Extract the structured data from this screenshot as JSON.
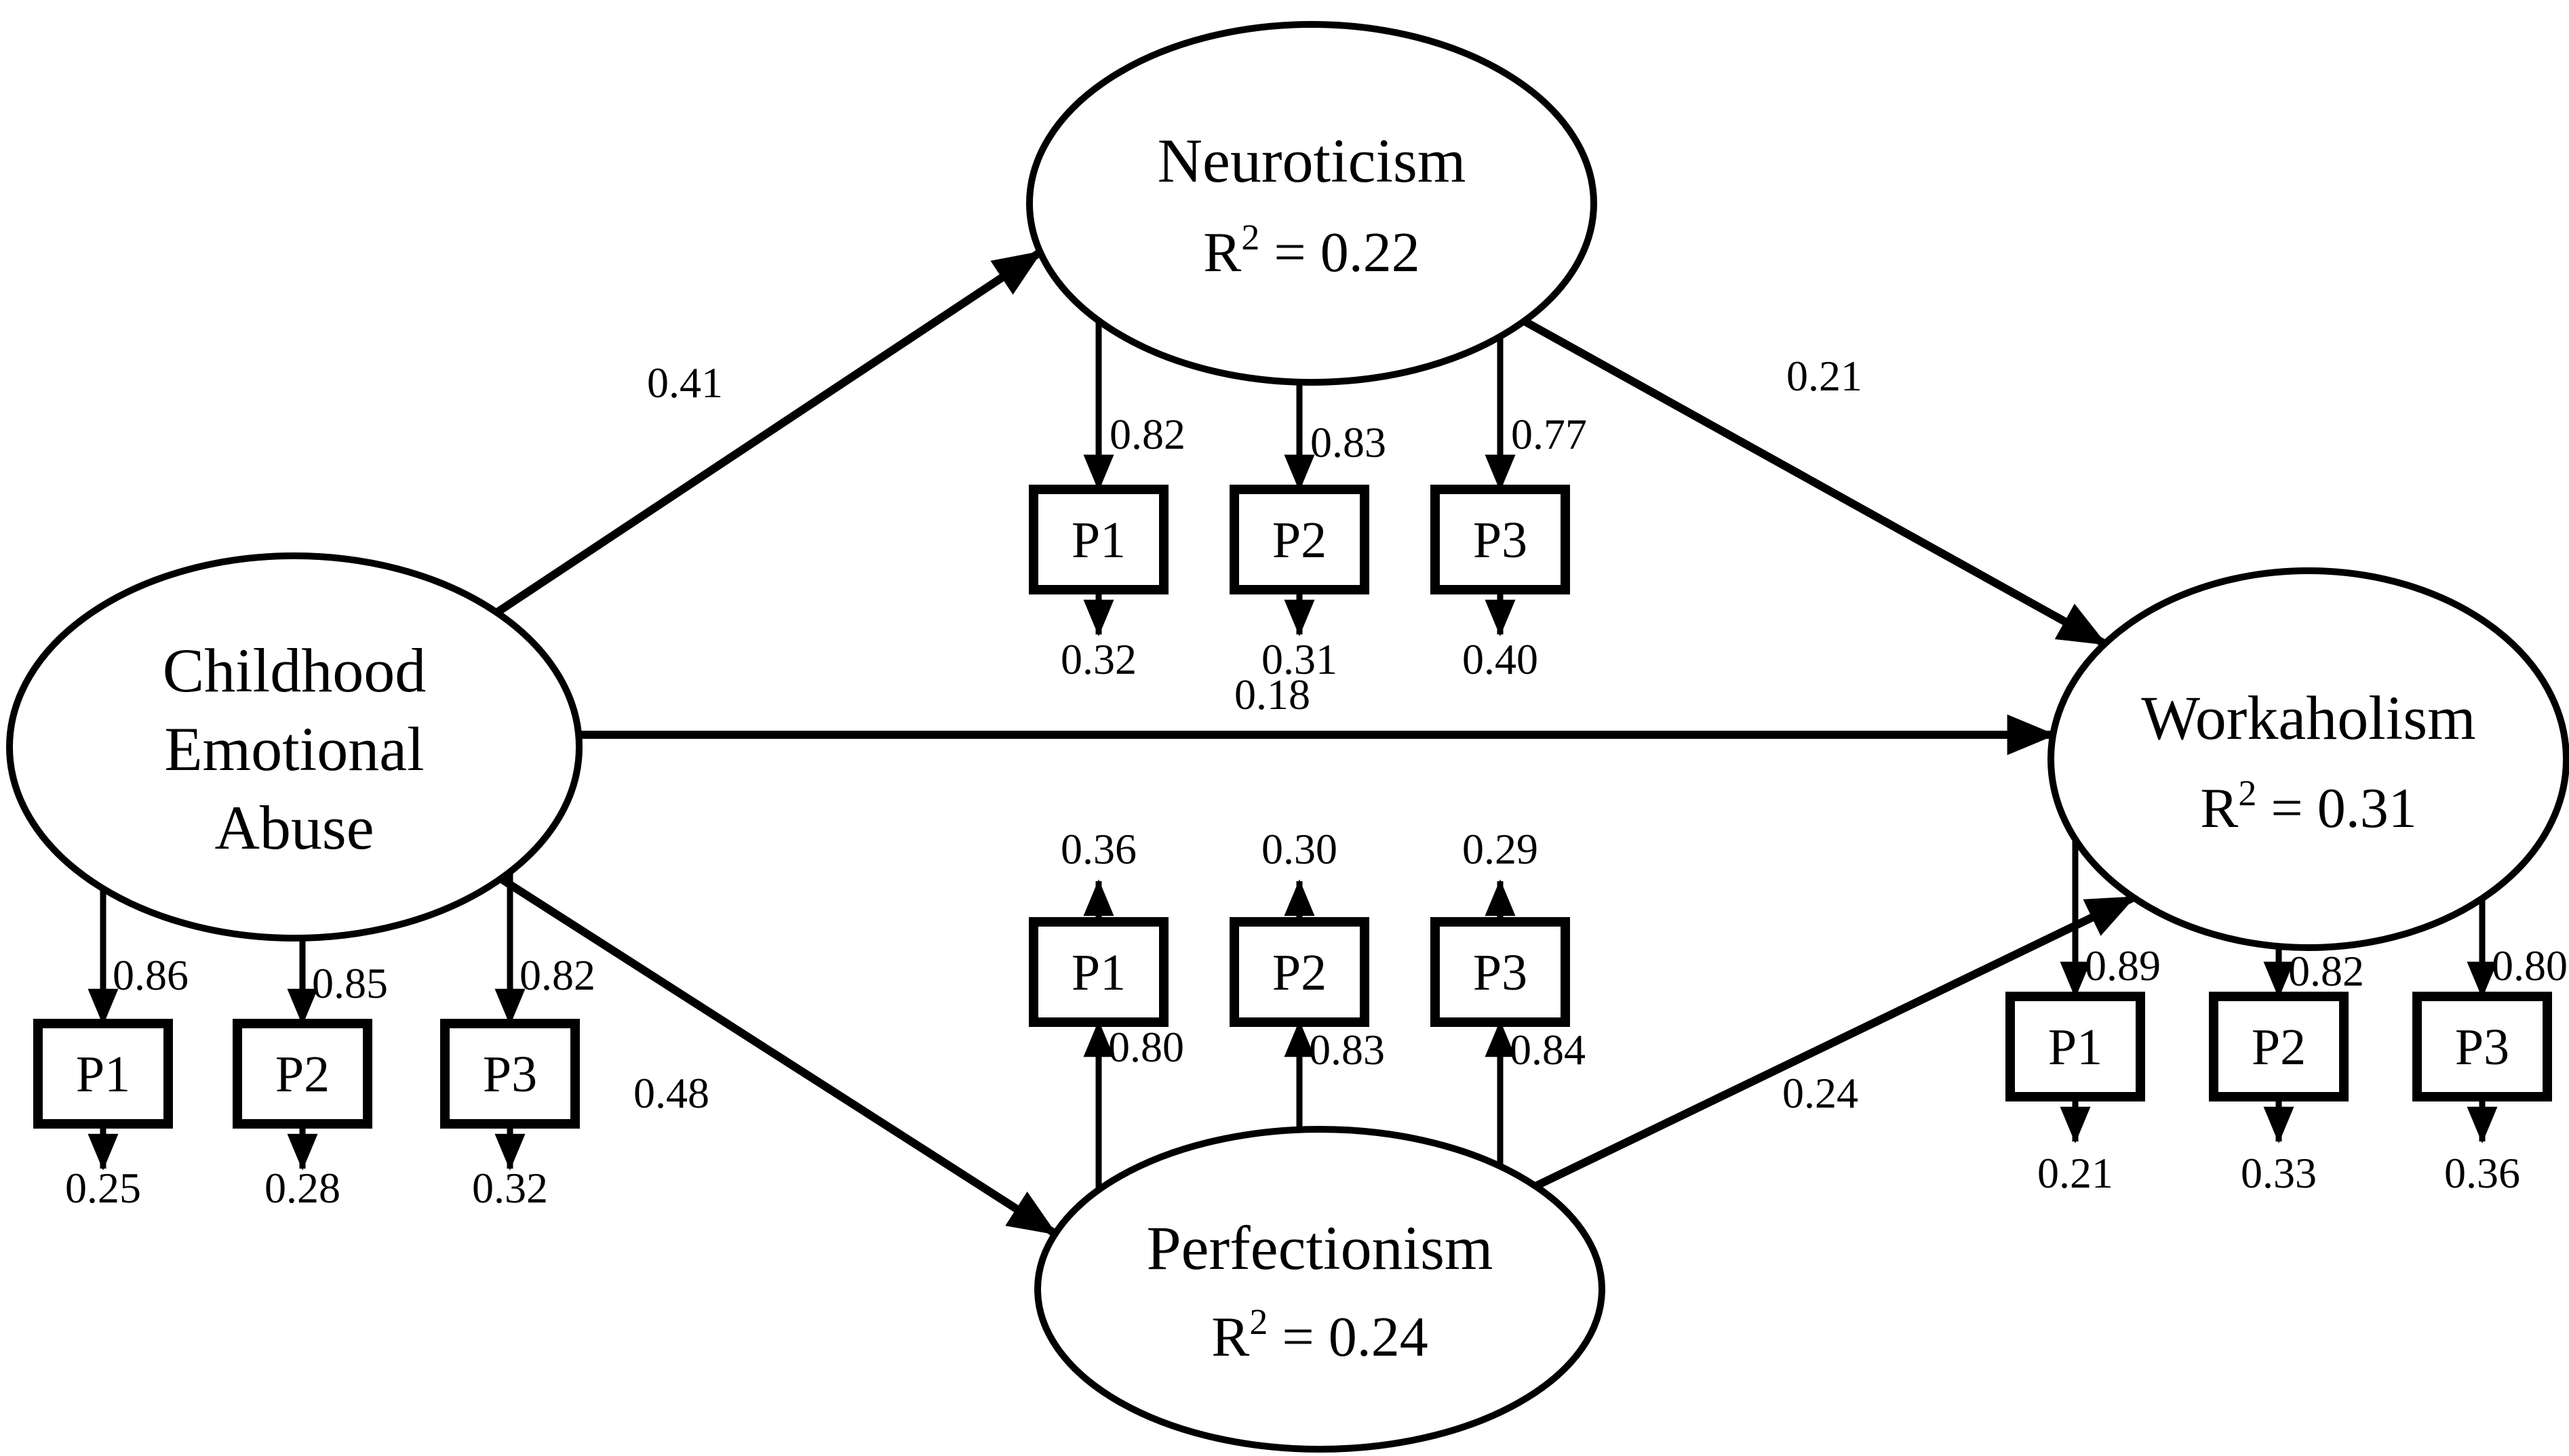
{
  "colors": {
    "foreground": "#000000",
    "background": "#ffffff"
  },
  "latents": {
    "cea": {
      "lines": [
        "Childhood",
        "Emotional",
        "Abuse"
      ]
    },
    "neuroticism": {
      "label": "Neuroticism",
      "r2": {
        "base": "R",
        "sup": "2",
        "rest": " = 0.22"
      }
    },
    "perfectionism": {
      "label": "Perfectionism",
      "r2": {
        "base": "R",
        "sup": "2",
        "rest": " = 0.24"
      }
    },
    "workaholism": {
      "label": "Workaholism",
      "r2": {
        "base": "R",
        "sup": "2",
        "rest": " = 0.31"
      }
    }
  },
  "paths": {
    "cea_to_neuroticism": "0.41",
    "cea_to_workaholism": "0.18",
    "cea_to_perfectionism": "0.48",
    "neuroticism_to_workaholism": "0.21",
    "perfectionism_to_workaholism": "0.24"
  },
  "indicators": {
    "cea": [
      {
        "label": "P1",
        "loading": "0.86",
        "error": "0.25"
      },
      {
        "label": "P2",
        "loading": "0.85",
        "error": "0.28"
      },
      {
        "label": "P3",
        "loading": "0.82",
        "error": "0.32"
      }
    ],
    "neuroticism": [
      {
        "label": "P1",
        "loading": "0.82",
        "error": "0.32"
      },
      {
        "label": "P2",
        "loading": "0.83",
        "error": "0.31"
      },
      {
        "label": "P3",
        "loading": "0.77",
        "error": "0.40"
      }
    ],
    "perfectionism": [
      {
        "label": "P1",
        "loading": "0.80",
        "error": "0.36"
      },
      {
        "label": "P2",
        "loading": "0.83",
        "error": "0.30"
      },
      {
        "label": "P3",
        "loading": "0.84",
        "error": "0.29"
      }
    ],
    "workaholism": [
      {
        "label": "P1",
        "loading": "0.89",
        "error": "0.21"
      },
      {
        "label": "P2",
        "loading": "0.82",
        "error": "0.33"
      },
      {
        "label": "P3",
        "loading": "0.80",
        "error": "0.36"
      }
    ]
  }
}
